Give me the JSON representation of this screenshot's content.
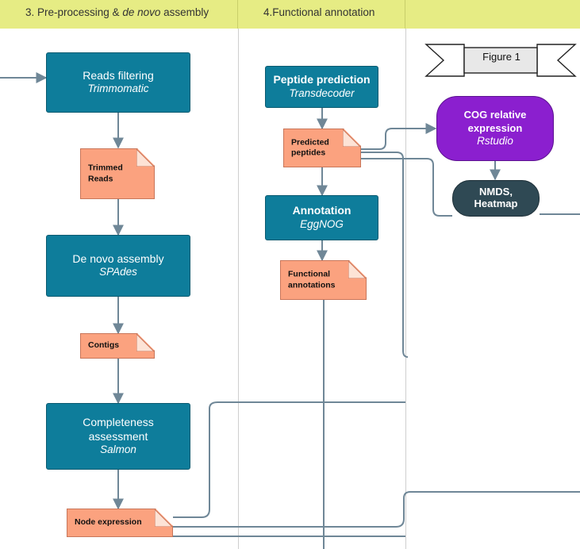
{
  "lanes": [
    {
      "title_prefix": "3. Pre-processing & ",
      "title_italic": "de novo",
      "title_suffix": " assembly"
    },
    {
      "title": "4.Functional annotation"
    }
  ],
  "figure_label": "Figure 1",
  "processes": {
    "reads_filtering": {
      "title": "Reads filtering",
      "tool": "Trimmomatic"
    },
    "de_novo_assembly": {
      "title": "De novo assembly",
      "tool": "SPAdes"
    },
    "completeness": {
      "title_line1": "Completeness",
      "title_line2": "assessment",
      "tool": "Salmon"
    },
    "peptide_prediction": {
      "title": "Peptide prediction",
      "tool": "Transdecoder"
    },
    "annotation": {
      "title": "Annotation",
      "tool": "EggNOG"
    },
    "cog_expression": {
      "title_line1": "COG relative",
      "title_line2": "expression",
      "tool": "Rstudio"
    },
    "nmds_heatmap": {
      "title_line1": "NMDS,",
      "title_line2": "Heatmap"
    }
  },
  "documents": {
    "trimmed_reads": {
      "line1": "Trimmed",
      "line2": "Reads"
    },
    "contigs": {
      "line1": "Contigs"
    },
    "node_expression": {
      "line1": "Node expression"
    },
    "predicted_peptides": {
      "line1": "Predicted",
      "line2": "peptides"
    },
    "functional_annotations": {
      "line1": "Functional",
      "line2": "annotations"
    }
  },
  "colors": {
    "header": "#e6ec84",
    "process": "#0e7d9b",
    "document": "#fba27f",
    "cog": "#8b1fcf",
    "nmds": "#2f4954",
    "connector": "#6f8797"
  }
}
